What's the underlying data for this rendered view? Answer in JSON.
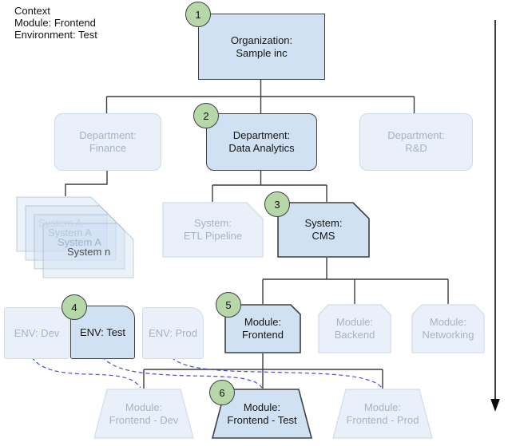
{
  "context": {
    "lines": [
      "Context",
      "Module: Frontend",
      "Environment: Test"
    ]
  },
  "nodes": {
    "organization": {
      "badge": "1",
      "line1": "Organization:",
      "line2": "Sample inc"
    },
    "dept_finance": {
      "line1": "Department:",
      "line2": "Finance"
    },
    "dept_data_analytics": {
      "badge": "2",
      "line1": "Department:",
      "line2": "Data Analytics"
    },
    "dept_rd": {
      "line1": "Department:",
      "line2": "R&D"
    },
    "system_stack": {
      "labels": [
        "System A",
        "System A",
        "System A",
        "System n"
      ]
    },
    "system_etl": {
      "line1": "System:",
      "line2": "ETL Pipeline"
    },
    "system_cms": {
      "badge": "3",
      "line1": "System:",
      "line2": "CMS"
    },
    "env_dev": {
      "label": "ENV: Dev"
    },
    "env_test": {
      "badge": "4",
      "label": "ENV: Test"
    },
    "env_prod": {
      "label": "ENV: Prod"
    },
    "module_frontend": {
      "badge": "5",
      "line1": "Module:",
      "line2": "Frontend"
    },
    "module_backend": {
      "line1": "Module:",
      "line2": "Backend"
    },
    "module_networking": {
      "line1": "Module:",
      "line2": "Networking"
    },
    "frontend_dev": {
      "line1": "Module:",
      "line2": "Frontend - Dev"
    },
    "frontend_test": {
      "badge": "6",
      "line1": "Module:",
      "line2": "Frontend - Test"
    },
    "frontend_prod": {
      "line1": "Module:",
      "line2": "Frontend - Prod"
    }
  },
  "icons": {
    "flow_arrow": "down-arrow"
  },
  "colors": {
    "active_fill": "#cfe1f3",
    "active_border": "#404040",
    "faded_fill": "#e9f0f9",
    "faded_border": "#cfdae8",
    "faded_text": "#a9b3bf",
    "badge_fill": "#b6d7a8",
    "connector": "#3d3d3d",
    "dashed_link": "#4a4ad4"
  }
}
